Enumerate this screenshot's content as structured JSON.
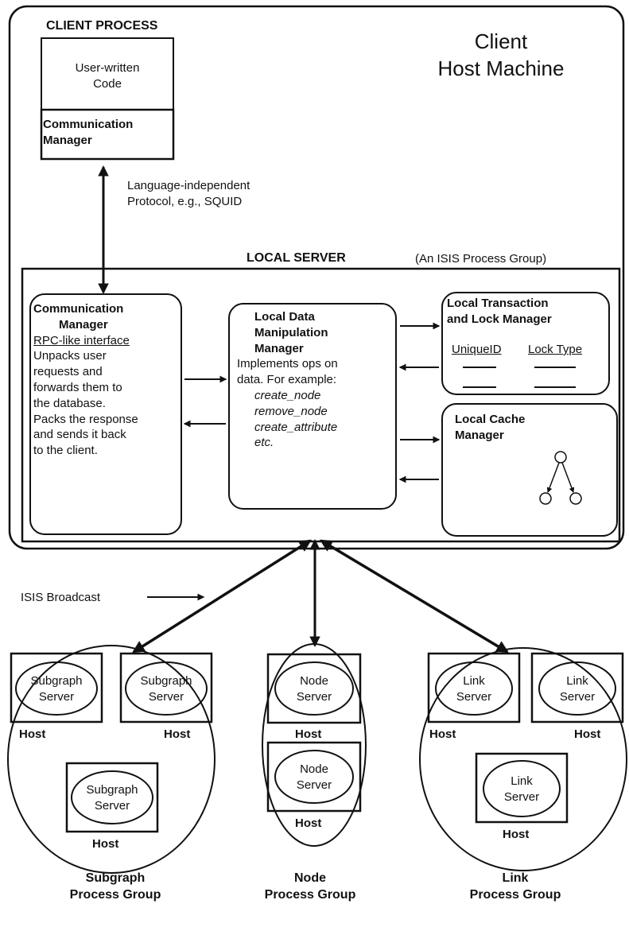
{
  "client_host": {
    "client_process_label": "CLIENT PROCESS",
    "title_line1": "Client",
    "title_line2": "Host Machine",
    "user_code_line1": "User-written",
    "user_code_line2": "Code",
    "comm_mgr_line1": "Communication",
    "comm_mgr_line2": "Manager",
    "protocol_line1": "Language-independent",
    "protocol_line2": "Protocol, e.g., SQUID"
  },
  "local_server": {
    "label": "LOCAL SERVER",
    "note": "(An ISIS Process Group)",
    "comm_manager": {
      "title1": "Communication",
      "title2": "Manager",
      "interface": "RPC-like interface",
      "lines": [
        "Unpacks user",
        "requests and",
        "forwards them to",
        "the database.",
        "Packs the response",
        "and sends it back",
        "to the client."
      ]
    },
    "data_manager": {
      "title1": "Local Data",
      "title2": "Manipulation",
      "title3": "Manager",
      "desc1": "Implements ops on",
      "desc2": "data.  For example:",
      "ops": [
        "create_node",
        "remove_node",
        "create_attribute",
        "etc."
      ]
    },
    "transaction_manager": {
      "title1": "Local Transaction",
      "title2": "and Lock Manager",
      "col1": "UniqueID",
      "col2": "Lock Type"
    },
    "cache_manager": {
      "title1": "Local Cache",
      "title2": "Manager"
    }
  },
  "broadcast_label": "ISIS Broadcast",
  "groups": {
    "subgraph": {
      "server_line1": "Subgraph",
      "server_line2": "Server",
      "host": "Host",
      "label1": "Subgraph",
      "label2": "Process Group"
    },
    "node": {
      "server_line1": "Node",
      "server_line2": "Server",
      "host": "Host",
      "label1": "Node",
      "label2": "Process Group"
    },
    "link": {
      "server_line1": "Link",
      "server_line2": "Server",
      "host": "Host",
      "label1": "Link",
      "label2": "Process Group"
    }
  }
}
